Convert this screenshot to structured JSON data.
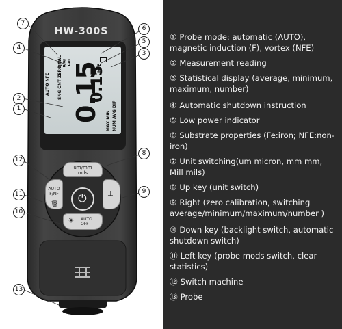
{
  "device": {
    "model": "HW-300S",
    "screen": {
      "main_reading": "0.15",
      "secondary_reading": "0.15",
      "probe_mode_top": "AUTO NFE",
      "stats_top": "SNG CNT ZERO CAL",
      "units": "um\nmm\nmils",
      "stats_bottom": "MAX MIN",
      "stats_bottom2": "NUM AVG DIP",
      "nfe_label": "NFE"
    },
    "buttons": {
      "unit": "um/mm\nmils",
      "auto": "AUTO\nF/NF",
      "auto_off": "AUTO\nOFF"
    }
  },
  "callouts": [
    "7",
    "6",
    "4",
    "5",
    "3",
    "2",
    "1",
    "8",
    "12",
    "9",
    "11",
    "10",
    "13"
  ],
  "legend": [
    {
      "num": "①",
      "text": "Probe mode: automatic (AUTO), magnetic induction (F), vortex (NFE)"
    },
    {
      "num": "②",
      "text": "Measurement reading"
    },
    {
      "num": "③",
      "text": "Statistical display (average, minimum, maximum, number)"
    },
    {
      "num": "④",
      "text": "Automatic shutdown instruction"
    },
    {
      "num": "⑤",
      "text": "Low power indicator"
    },
    {
      "num": "⑥",
      "text": "Substrate properties (Fe:iron; NFE:non-iron)"
    },
    {
      "num": "⑦",
      "text": "Unit switching(um micron, mm mm, Mill mils)"
    },
    {
      "num": "⑧",
      "text": "Up key (unit switch)"
    },
    {
      "num": "⑨",
      "text": "Right (zero calibration, switching average/minimum/maximum/number )"
    },
    {
      "num": "⑩",
      "text": "Down key (backlight switch, automatic shutdown switch)"
    },
    {
      "num": "⑪",
      "text": "Left key (probe mods switch, clear statistics)"
    },
    {
      "num": "⑫",
      "text": "Switch machine"
    },
    {
      "num": "⑬",
      "text": "Probe"
    }
  ]
}
